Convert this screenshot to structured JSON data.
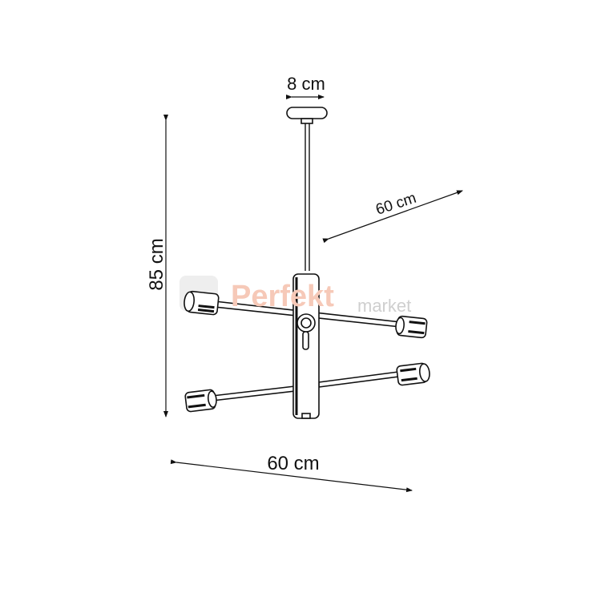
{
  "dimensions": {
    "canopy_width": "8 cm",
    "height": "85 cm",
    "width": "60 cm",
    "depth": "60 cm"
  },
  "watermark": {
    "brand": "Perfekt",
    "suffix": "market"
  },
  "colors": {
    "line": "#111111",
    "watermark": "#f6c9b8",
    "watermark_gray": "#d0d0d0"
  }
}
